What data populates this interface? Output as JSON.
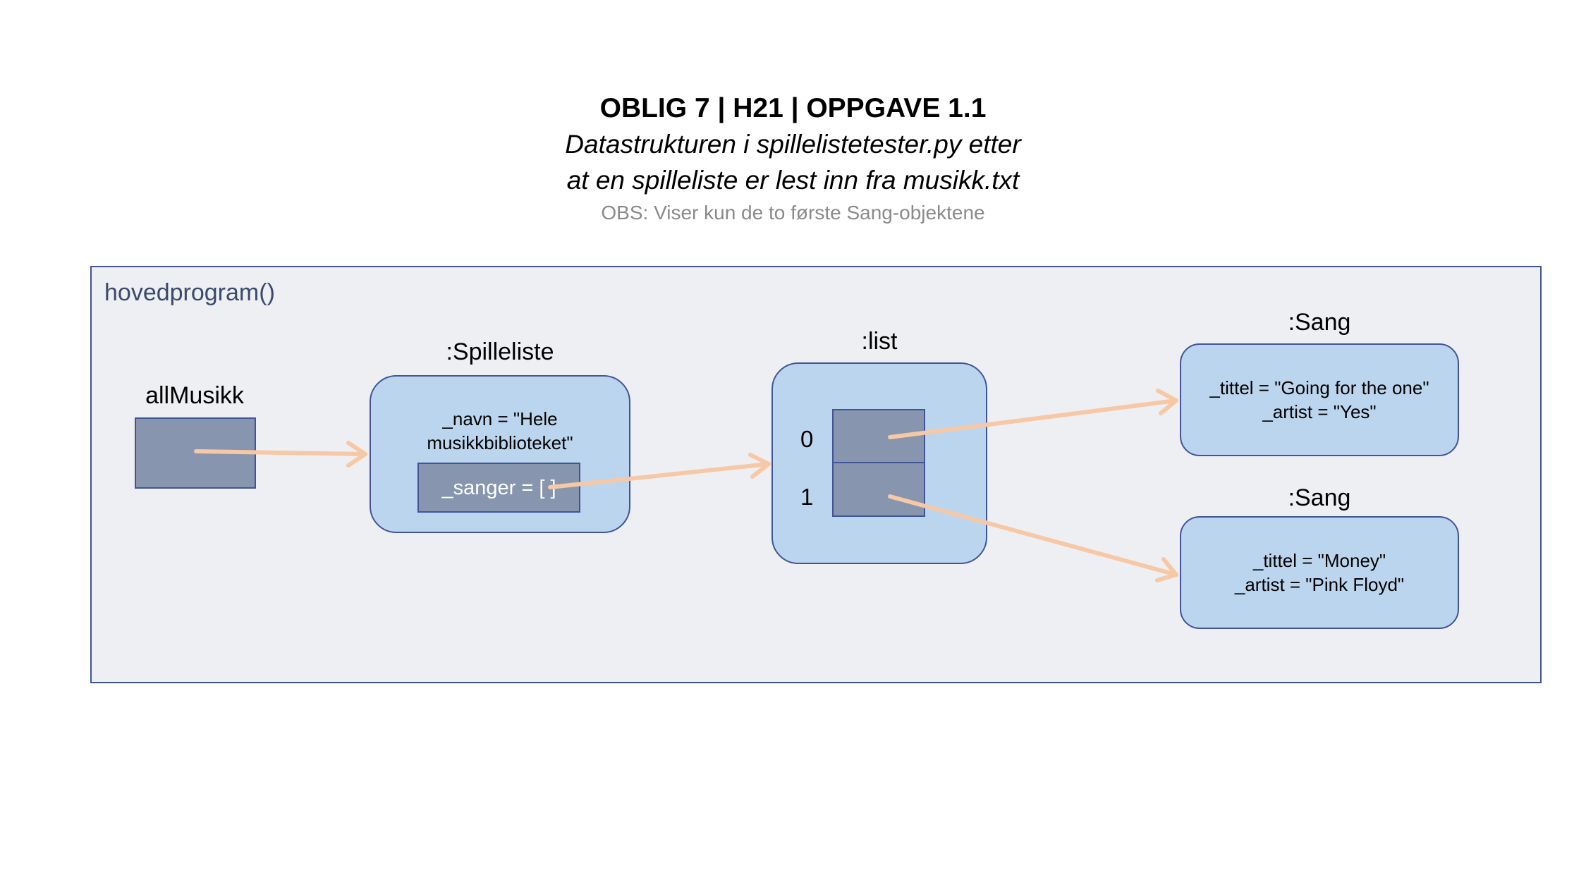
{
  "header": {
    "title": "OBLIG 7 | H21 | OPPGAVE 1.1",
    "subtitle_line1": "Datastrukturen i spillelistetester.py etter",
    "subtitle_line2": "at en spilleliste er lest inn fra musikk.txt",
    "note": "OBS: Viser kun de to første Sang-objektene"
  },
  "frame": {
    "label": "hovedprogram()"
  },
  "variable": {
    "name": "allMusikk"
  },
  "spilleliste": {
    "label": ":Spilleliste",
    "navn_line1": "_navn = \"Hele",
    "navn_line2": "musikkbiblioteket\"",
    "sanger": "_sanger = [ ]"
  },
  "list": {
    "label": ":list",
    "indices": [
      "0",
      "1"
    ]
  },
  "sanger": [
    {
      "label": ":Sang",
      "tittel": "_tittel = \"Going for the one\"",
      "artist": "_artist = \"Yes\""
    },
    {
      "label": ":Sang",
      "tittel": "_tittel = \"Money\"",
      "artist": "_artist = \"Pink Floyd\""
    }
  ],
  "colors": {
    "frame_bg": "#eeeff3",
    "frame_border": "#3f5597",
    "object_fill": "#bcd5ee",
    "cell_fill": "#8796ae",
    "arrow": "#f6c8a6",
    "note_text": "#8a8a8a"
  }
}
